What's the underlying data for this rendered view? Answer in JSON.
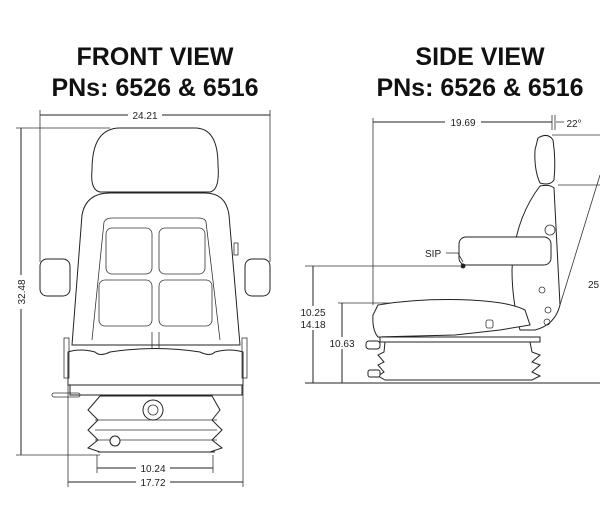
{
  "front_view": {
    "title": "FRONT VIEW",
    "part_numbers": "PNs: 6526 & 6516",
    "dimensions": {
      "overall_width": "24.21",
      "overall_height": "32.48",
      "base_inner_width": "10.24",
      "base_outer_width": "17.72"
    }
  },
  "side_view": {
    "title": "SIDE VIEW",
    "part_numbers": "PNs: 6526 & 6516",
    "dimensions": {
      "depth": "19.69",
      "recline_angle": "22°",
      "sip_height_min": "10.25",
      "sip_height_max": "14.18",
      "seat_height": "10.63",
      "backrest_partial": "25"
    },
    "sip_label": "SIP"
  }
}
